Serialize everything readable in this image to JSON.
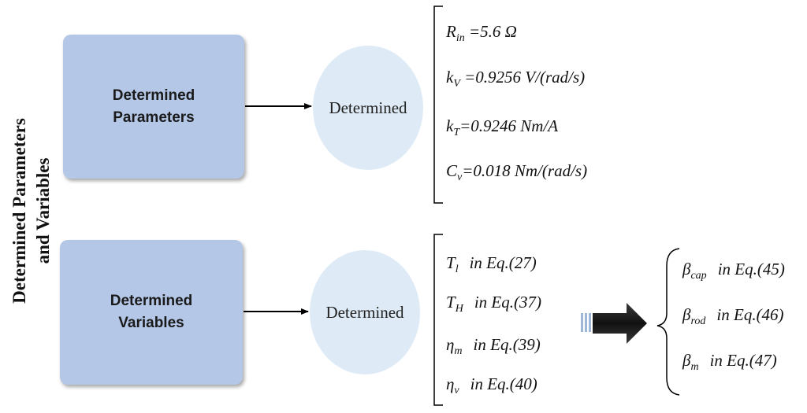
{
  "side_title": {
    "line1": "Determined Parameters",
    "line2": "and Variables"
  },
  "boxes": {
    "params": {
      "line1": "Determined",
      "line2": "Parameters"
    },
    "vars": {
      "line1": "Determined",
      "line2": "Variables"
    }
  },
  "circles": {
    "top": "Determined",
    "bottom": "Determined"
  },
  "parameters": [
    {
      "symbol": "R",
      "sub": "in",
      "value": " =5.6 Ω"
    },
    {
      "symbol": "k",
      "sub": "V",
      "value": " =0.9256 V/(rad/s)"
    },
    {
      "symbol": "k",
      "sub": "T",
      "value": "=0.9246 Nm/A"
    },
    {
      "symbol": "C",
      "sub": "v",
      "value": "=0.018 Nm/(rad/s)"
    }
  ],
  "variables": [
    {
      "symbol": "T",
      "sub": "l",
      "ref": "in Eq.(27)"
    },
    {
      "symbol": "T",
      "sub": "H",
      "ref": "in Eq.(37)"
    },
    {
      "symbol": "η",
      "sub": "m",
      "ref": "in Eq.(39)"
    },
    {
      "symbol": "η",
      "sub": "v",
      "ref": "in Eq.(40)"
    }
  ],
  "betas": [
    {
      "symbol": "β",
      "sub": "cap",
      "ref": "in Eq.(45)"
    },
    {
      "symbol": "β",
      "sub": "rod",
      "ref": "in Eq.(46)"
    },
    {
      "symbol": "β",
      "sub": "m",
      "ref": "in Eq.(47)"
    }
  ]
}
